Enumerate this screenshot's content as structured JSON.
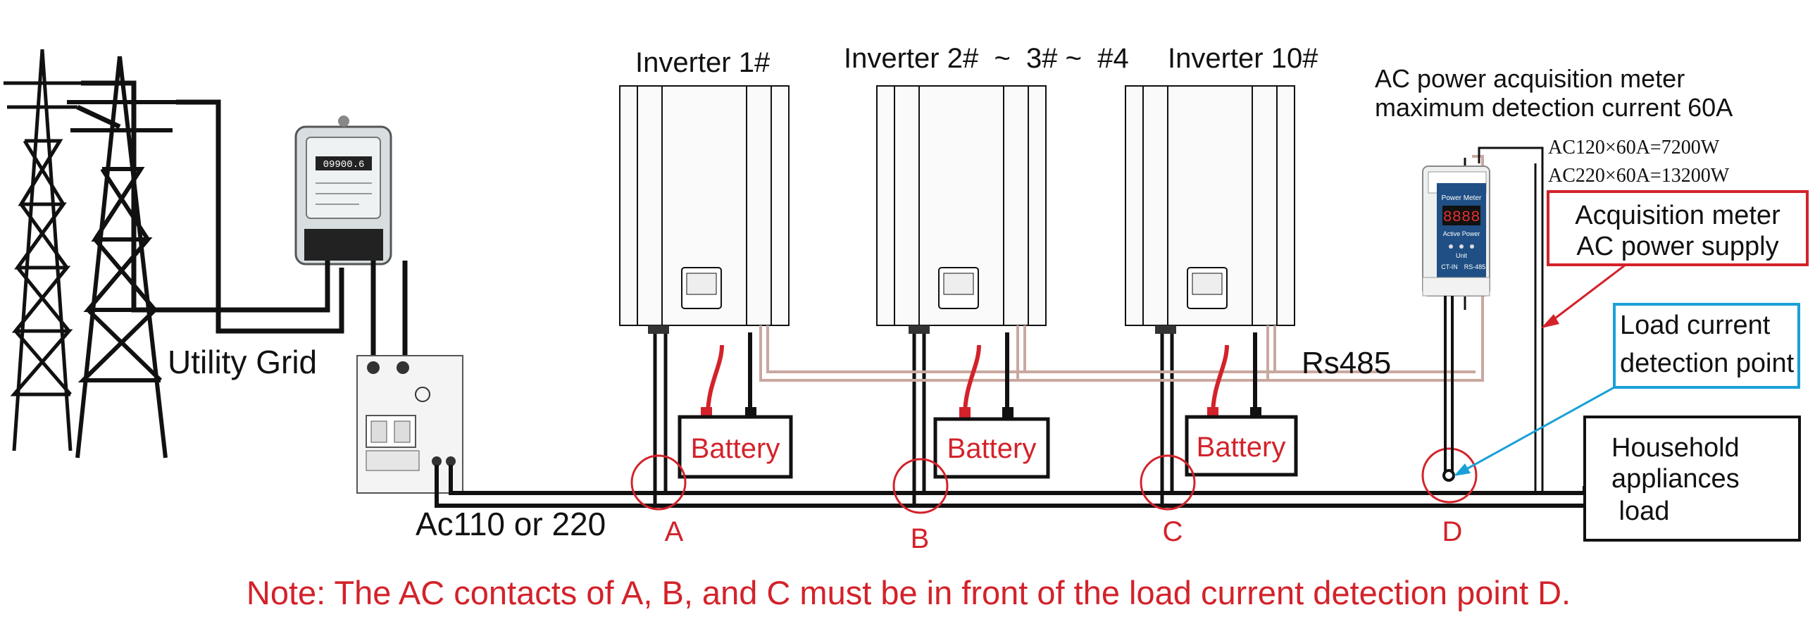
{
  "inverters": [
    {
      "label": "Inverter 1#"
    },
    {
      "label": "Inverter 2#  ~  3# ~  #4"
    },
    {
      "label": "Inverter 10#"
    }
  ],
  "battery_label": "Battery",
  "utility_grid_label": "Utility Grid",
  "ac_voltage_label": "Ac110 or 220",
  "rs485_label": "Rs485",
  "meter": {
    "title_line1": "AC power acquisition meter",
    "title_line2": "maximum detection current 60A",
    "spec_line1": "AC120×60A=7200W",
    "spec_line2": "AC220×60A=13200W",
    "device_name": "Power Meter",
    "device_sub": "Active Power",
    "device_unit": "Unit",
    "port_ct": "CT-IN",
    "port_rs": "RS-485",
    "display": "8888"
  },
  "callout_supply": {
    "line1": "Acquisition meter",
    "line2": "AC power supply"
  },
  "callout_load_point": {
    "line1": "Load current",
    "line2": "detection point"
  },
  "load_box": {
    "line1": "Household",
    "line2": "appliances",
    "line3": " load"
  },
  "points": [
    "A",
    "B",
    "C",
    "D"
  ],
  "energy_meter": {
    "display": "09900.6"
  },
  "note": "Note: The AC contacts of A, B, and C must be in front of the load current detection point D.",
  "colors": {
    "red": "#d3222a",
    "blue": "#1aa0d8",
    "line": "#111111",
    "rs485": "#c9a8a0"
  }
}
